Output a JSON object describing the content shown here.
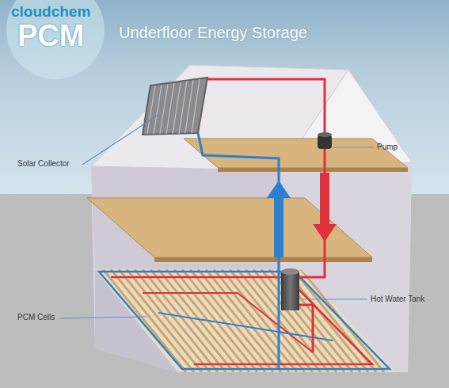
{
  "diagram": {
    "title": "Underfloor Energy Storage",
    "labels": [
      "cloudchem",
      "PCM",
      "Solar Collector",
      "Pump",
      "PCM Cells",
      "Hot Water Tank"
    ]
  }
}
